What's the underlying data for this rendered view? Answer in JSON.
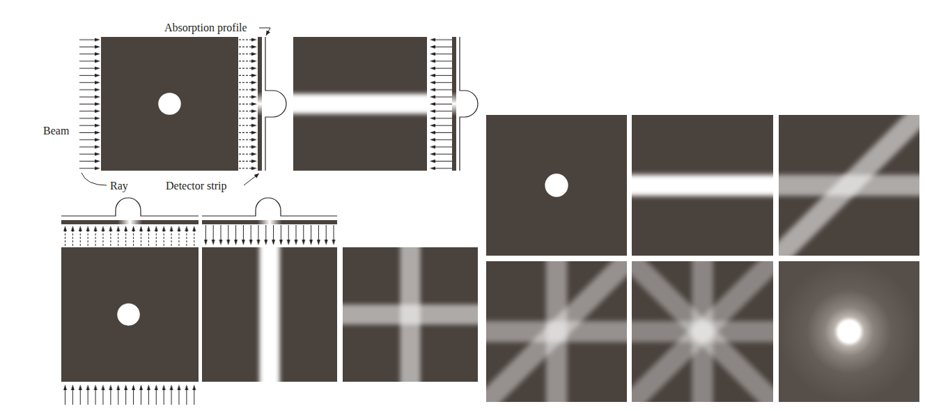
{
  "diagram": {
    "labels": [
      "Absorption profile",
      "Beam",
      "Ray",
      "Detector strip"
    ]
  }
}
